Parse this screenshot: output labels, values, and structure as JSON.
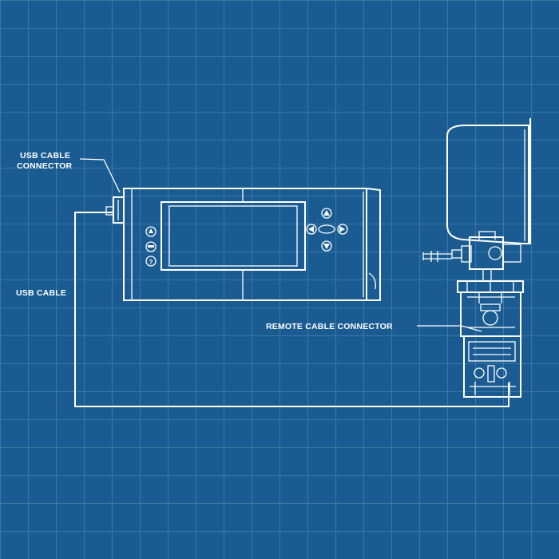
{
  "diagram": {
    "labels": {
      "usb_cable_connector_line1": "USB CABLE",
      "usb_cable_connector_line2": "CONNECTOR",
      "usb_cable": "USB CABLE",
      "remote_cable_connector": "REMOTE CABLE CONNECTOR"
    },
    "colors": {
      "background": "#1a5c92",
      "grid": "#5a8fbe",
      "lines": "#ffffff"
    }
  }
}
